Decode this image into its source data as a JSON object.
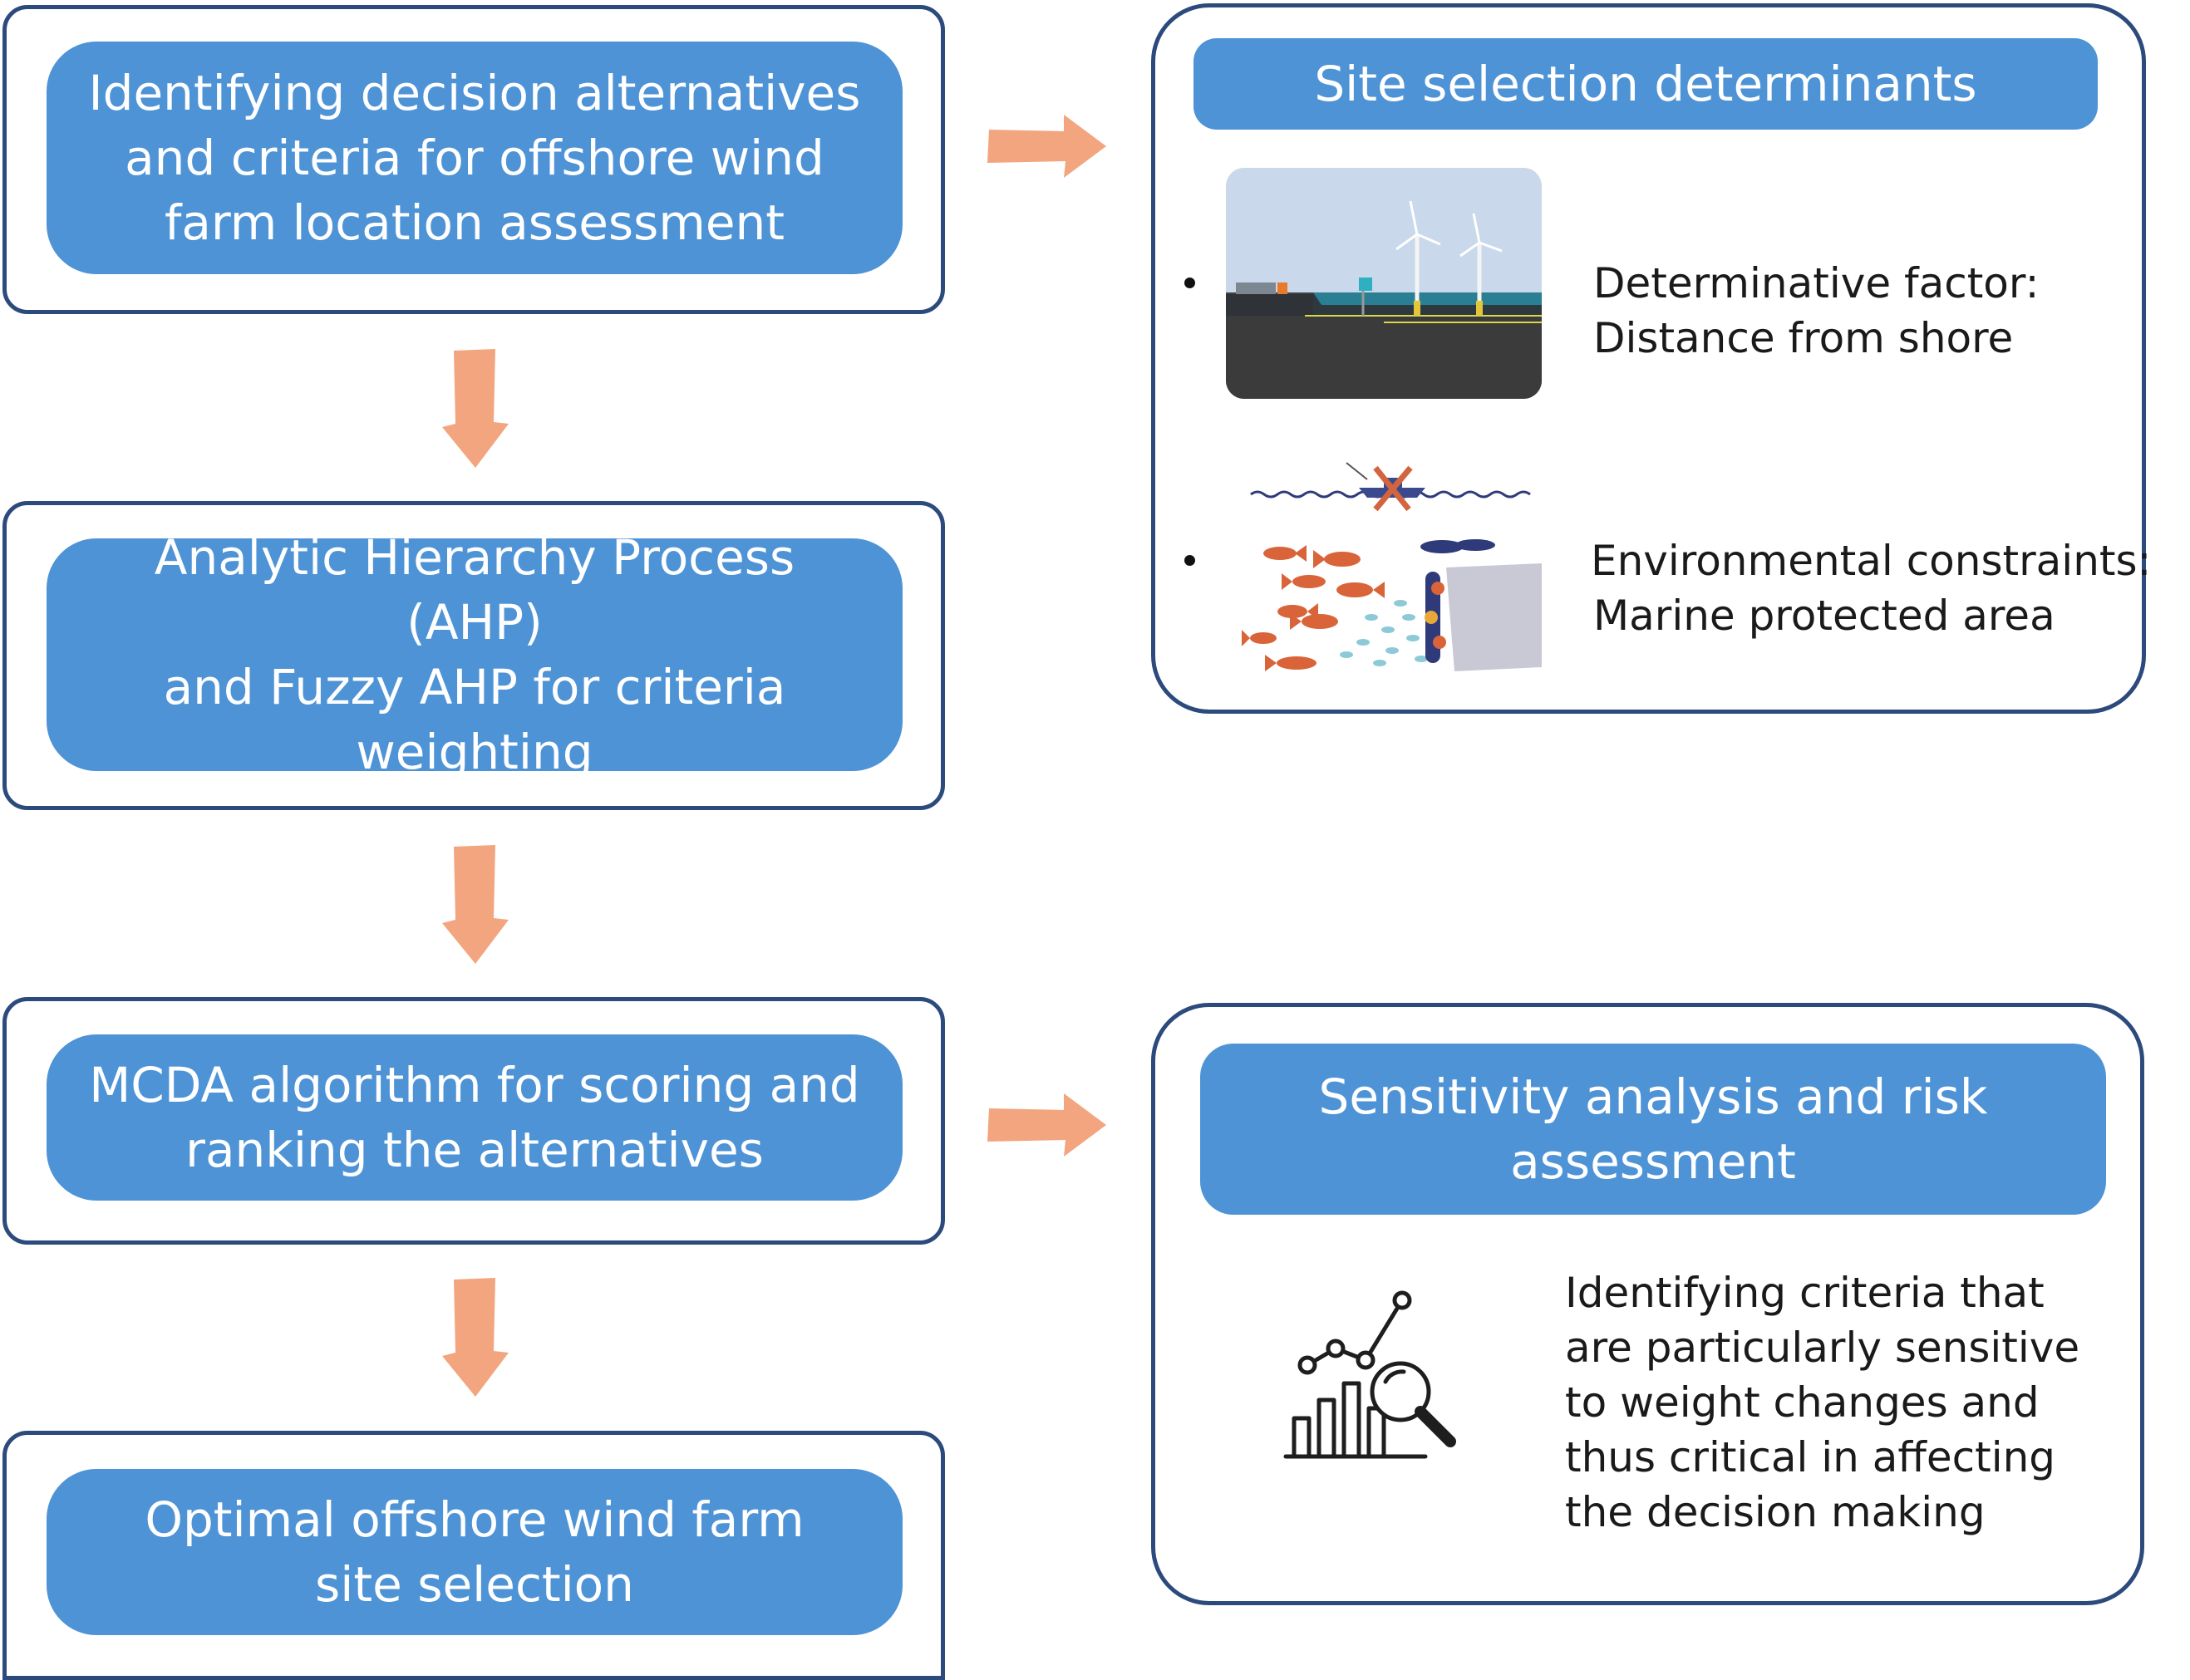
{
  "steps": [
    {
      "lines": [
        "Identifying decision alternatives",
        "and criteria for offshore wind",
        "farm location assessment"
      ]
    },
    {
      "lines": [
        "Analytic Hierarchy Process (AHP)",
        "and Fuzzy AHP for criteria",
        "weighting"
      ]
    },
    {
      "lines": [
        "MCDA algorithm for scoring and",
        "ranking the alternatives"
      ]
    },
    {
      "lines": [
        "Optimal offshore wind farm",
        "site selection"
      ]
    }
  ],
  "determinants": {
    "title": "Site selection determinants",
    "factor": {
      "lines": [
        "Determinative factor:",
        "Distance from shore"
      ]
    },
    "constraint": {
      "lines": [
        "Environmental constraints:",
        "Marine protected area"
      ]
    }
  },
  "sensitivity": {
    "title_lines": [
      "Sensitivity analysis and risk",
      "assessment"
    ],
    "description_lines": [
      "Identifying criteria that",
      "are particularly sensitive",
      "to weight changes and",
      "thus critical in affecting",
      "the decision making"
    ]
  },
  "colors": {
    "pill": "#4e93d6",
    "frame": "#2c4a7c",
    "arrow": "#f2a57e"
  },
  "icons": [
    "wind-farm-diagram-icon",
    "fishing-ban-icon",
    "marine-life-icon",
    "analytics-magnifier-icon"
  ]
}
